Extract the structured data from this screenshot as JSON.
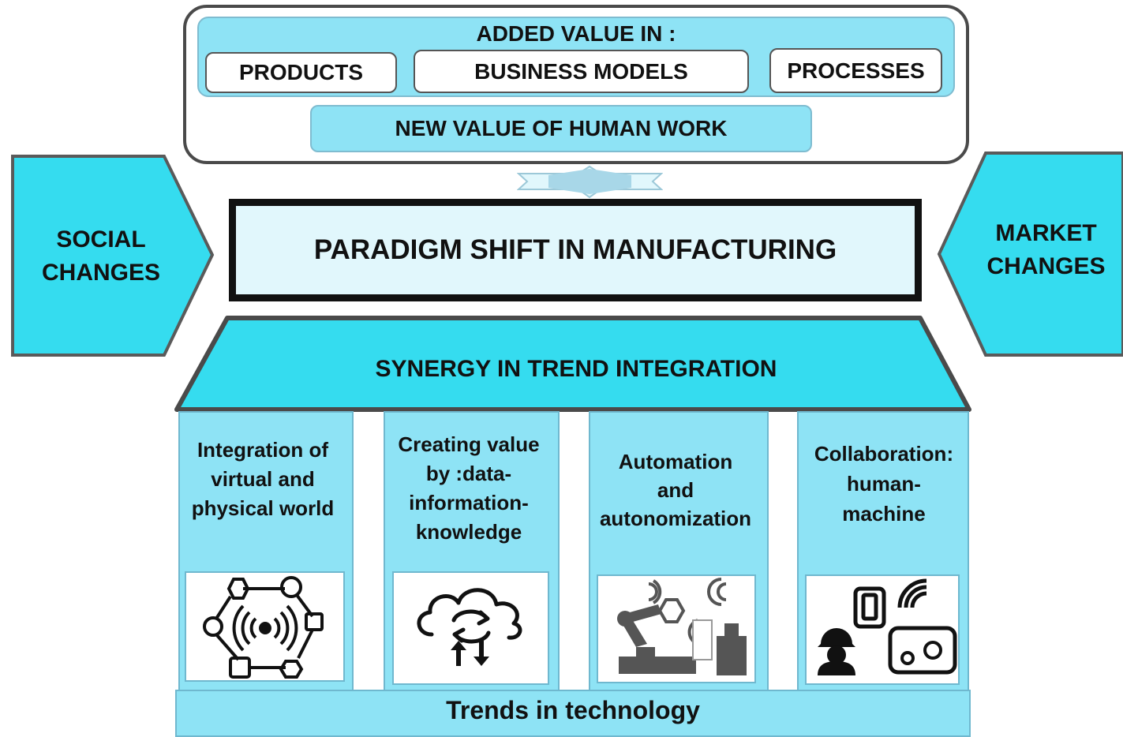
{
  "top": {
    "heading": "ADDED VALUE IN :",
    "products": "PRODUCTS",
    "business_models": "BUSINESS MODELS",
    "processes": "PROCESSES",
    "human_work": "NEW VALUE OF HUMAN WORK"
  },
  "center": {
    "paradigm": "PARADIGM SHIFT IN MANUFACTURING"
  },
  "left_arrow": {
    "line1": "SOCIAL",
    "line2": "CHANGES"
  },
  "right_arrow": {
    "line1": "MARKET",
    "line2": "CHANGES"
  },
  "roof": {
    "label": "SYNERGY IN TREND INTEGRATION"
  },
  "pillars": [
    {
      "lines": [
        "Integration of",
        "virtual and",
        "physical world"
      ],
      "icon": "network-hub-icon"
    },
    {
      "lines": [
        "Creating value",
        "by :data-",
        "information-",
        "knowledge"
      ],
      "icon": "cloud-sync-icon"
    },
    {
      "lines": [
        "Automation",
        "and",
        "autonomization"
      ],
      "icon": "robot-arm-icon"
    },
    {
      "lines": [
        "Collaboration:",
        "human-",
        "machine"
      ],
      "icon": "worker-device-icon"
    }
  ],
  "base": {
    "label": "Trends in technology"
  },
  "colors": {
    "cyan": "#35dcef",
    "light_cyan": "#8ee3f5",
    "pale": "#e1f7fc",
    "border_gray": "#555555"
  }
}
